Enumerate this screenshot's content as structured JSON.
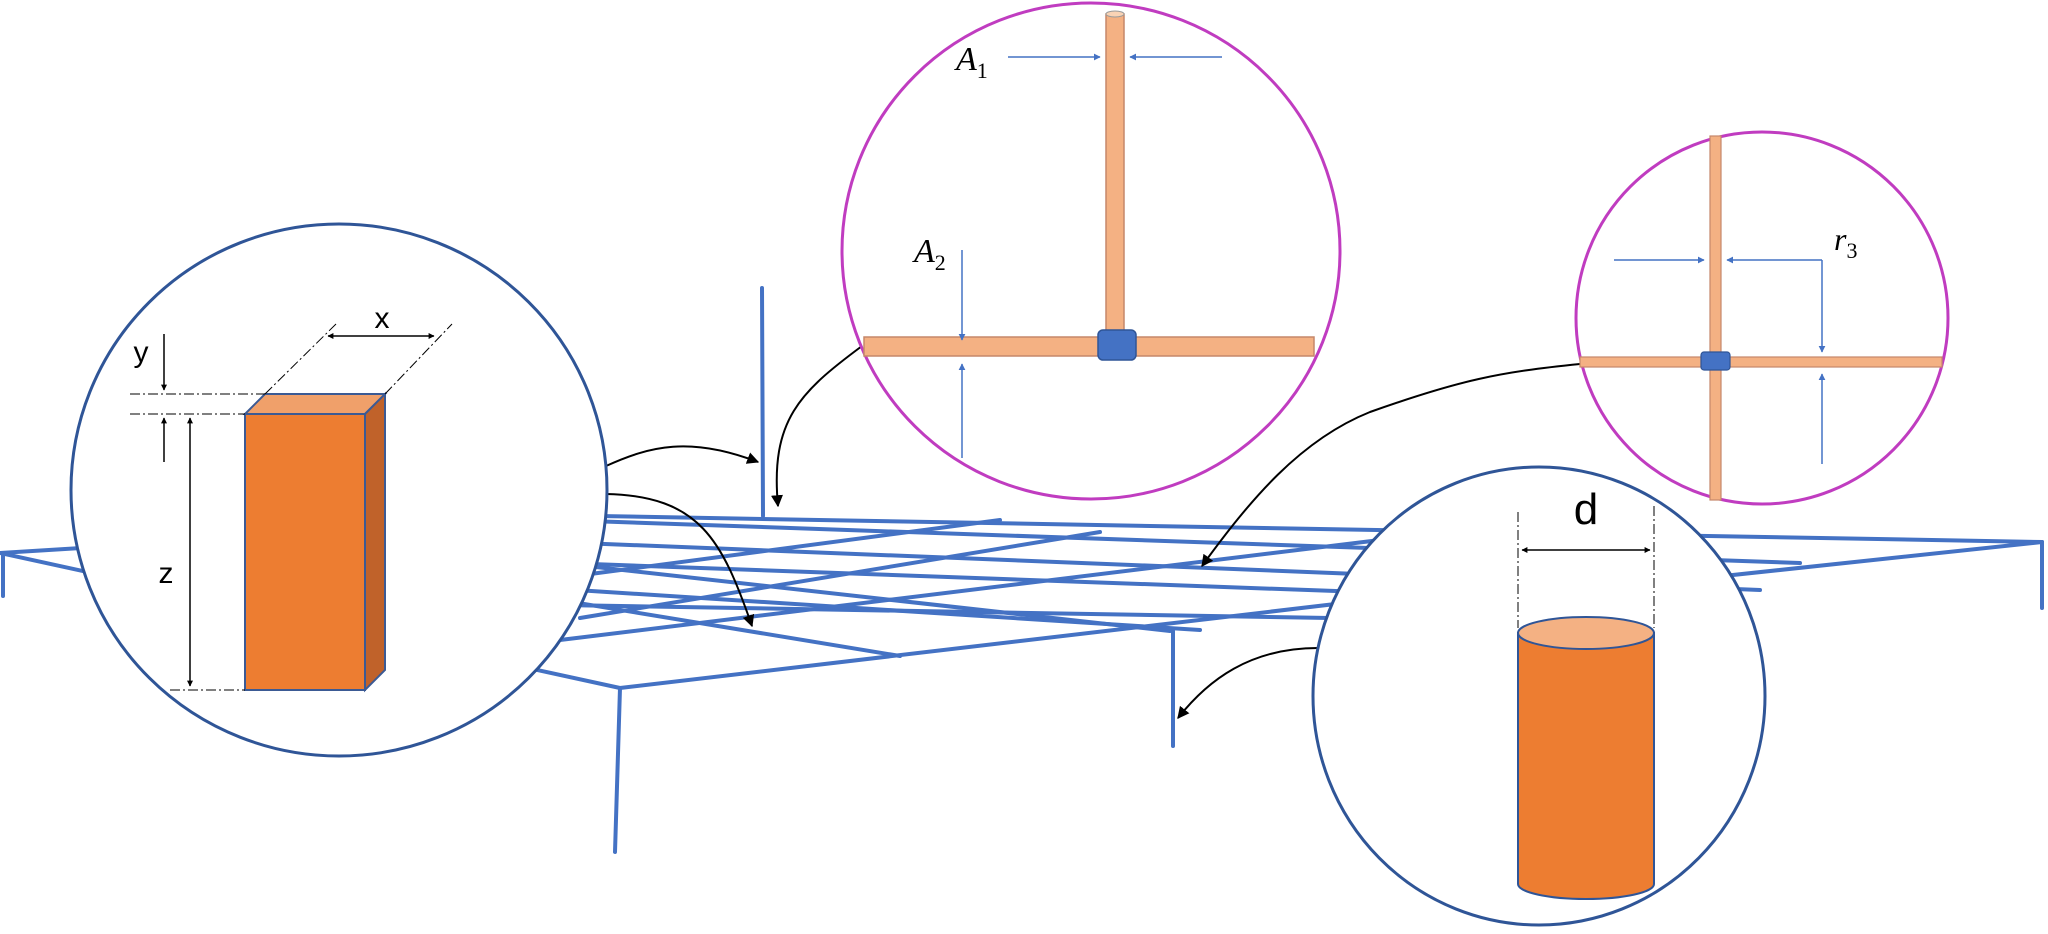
{
  "labels": {
    "rect_x": "x",
    "rect_y": "y",
    "rect_z": "z",
    "a1_main": "A",
    "a1_sub": "1",
    "a2_main": "A",
    "a2_sub": "2",
    "r3_main": "r",
    "r3_sub": "3",
    "cyl_d": "d"
  },
  "colors": {
    "frame_blue": "#4472C4",
    "circle_navy": "#2F5597",
    "circle_magenta": "#C03CC0",
    "beam_fill": "#F4B183",
    "beam_stroke": "#C5876A",
    "joint_blue": "#4472C4",
    "box_front": "#ED7D31",
    "box_side": "#C0622A",
    "box_top": "#F0A06A",
    "cyl_body": "#ED7D31",
    "cyl_top": "#F4B183"
  }
}
